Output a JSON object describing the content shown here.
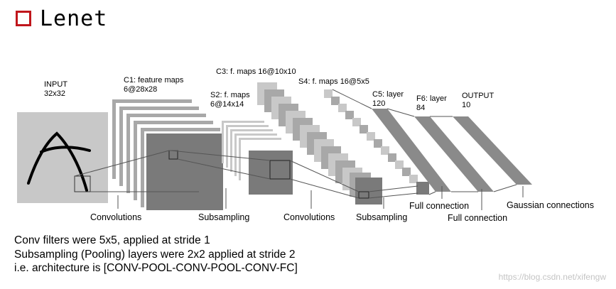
{
  "title": "Lenet",
  "colors": {
    "accent": "#c0161c",
    "light_gray": "#c8c8c8",
    "mid_gray": "#a8a8a8",
    "dark_gray": "#7a7a7a",
    "stroke": "#555555"
  },
  "labels": {
    "input_name": "INPUT",
    "input_size": "32x32",
    "c1_name": "C1: feature maps",
    "c1_size": "6@28x28",
    "s2_name": "S2: f. maps",
    "s2_size": "6@14x14",
    "c3": "C3: f. maps 16@10x10",
    "s4": "S4: f. maps 16@5x5",
    "c5_name": "C5: layer",
    "c5_size": "120",
    "f6_name": "F6: layer",
    "f6_size": "84",
    "output_name": "OUTPUT",
    "output_size": "10"
  },
  "operations": {
    "conv1": "Convolutions",
    "sub1": "Subsampling",
    "conv2": "Convolutions",
    "sub2": "Subsampling",
    "full1": "Full connection",
    "full2": "Full connection",
    "gauss": "Gaussian connections"
  },
  "notes": [
    "Conv filters were 5x5, applied at stride 1",
    "Subsampling (Pooling) layers were 2x2 applied at stride 2",
    "i.e. architecture is [CONV-POOL-CONV-POOL-CONV-FC]"
  ],
  "watermark": "https://blog.csdn.net/xifengw"
}
